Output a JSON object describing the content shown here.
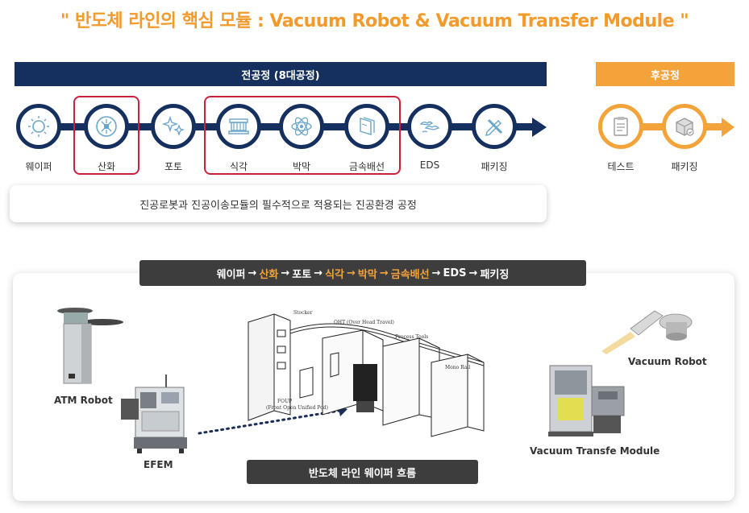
{
  "title": "\" 반도체 라인의 핵심 모듈 : Vacuum Robot & Vacuum Transfer Module \"",
  "front_process": {
    "header": "전공정 (8대공정)",
    "steps": [
      {
        "label": "웨이퍼",
        "icon": "wafer-icon"
      },
      {
        "label": "산화",
        "icon": "oxidation-chip-icon"
      },
      {
        "label": "포토",
        "icon": "sparkle-photo-icon"
      },
      {
        "label": "식각",
        "icon": "etching-chamber-icon"
      },
      {
        "label": "박막",
        "icon": "atom-thin-film-icon"
      },
      {
        "label": "금속배선",
        "icon": "metal-layers-icon"
      },
      {
        "label": "EDS",
        "icon": "eds-test-icon"
      },
      {
        "label": "패키징",
        "icon": "pencil-ruler-packaging-icon"
      }
    ],
    "note": "진공로봇과 진공이송모듈의 필수적으로 적용되는 진공환경 공정"
  },
  "back_process": {
    "header": "후공정",
    "steps": [
      {
        "label": "테스트",
        "icon": "clipboard-test-icon"
      },
      {
        "label": "패키징",
        "icon": "package-box-icon"
      }
    ]
  },
  "flow": {
    "parts": [
      {
        "text": "웨이퍼",
        "hl": false
      },
      {
        "text": "→",
        "hl": false
      },
      {
        "text": "산화",
        "hl": true
      },
      {
        "text": "→",
        "hl": false
      },
      {
        "text": "포토",
        "hl": false
      },
      {
        "text": "→",
        "hl": false
      },
      {
        "text": "식각",
        "hl": true
      },
      {
        "text": "→",
        "hl": true
      },
      {
        "text": "박막",
        "hl": true
      },
      {
        "text": "→",
        "hl": true
      },
      {
        "text": "금속배선",
        "hl": true
      },
      {
        "text": "→",
        "hl": false
      },
      {
        "text": "EDS",
        "hl": false
      },
      {
        "text": "→",
        "hl": false
      },
      {
        "text": "패키징",
        "hl": false
      }
    ]
  },
  "equipment": {
    "atm_robot": "ATM Robot",
    "efem": "EFEM",
    "vacuum_robot": "Vacuum Robot",
    "vtm": "Vacuum Transfe Module",
    "line_caption": "반도체 라인 웨이퍼 흐름",
    "drawing_labels": {
      "stocker": "Stocker",
      "ohe": "OHT (Over Head Travel)",
      "process_tools": "Process Tools",
      "mono_rail": "Mono Rail",
      "foup": "FOUP",
      "foup_full": "(Front Open Unified Pod)"
    }
  },
  "colors": {
    "navy": "#15305f",
    "orange": "#f3a33a",
    "accent_title": "#f39a2b",
    "highlight_red": "#cc1f3d",
    "dark_bar": "#3d3d3d"
  }
}
